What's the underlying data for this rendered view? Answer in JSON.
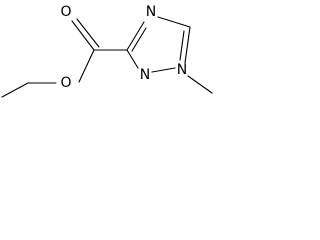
{
  "molecule": {
    "atoms": {
      "carbonyl_oxygen": "O",
      "ester_oxygen": "O",
      "ring_n4": "N",
      "ring_n2": "N",
      "ring_n1": "N"
    }
  }
}
